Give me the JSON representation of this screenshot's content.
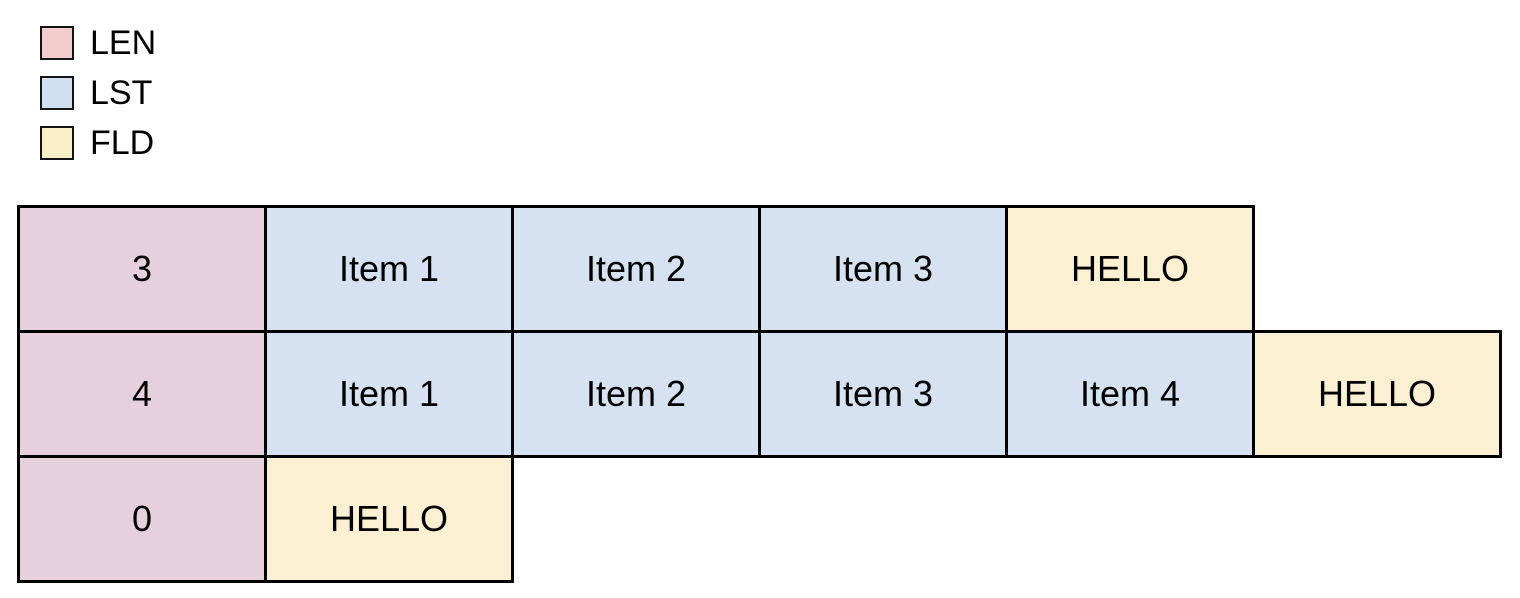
{
  "legend": {
    "items": [
      {
        "id": "len",
        "label": "LEN",
        "color": "#f3cccc"
      },
      {
        "id": "lst",
        "label": "LST",
        "color": "#d0e0f0"
      },
      {
        "id": "fld",
        "label": "FLD",
        "color": "#f9efc9"
      }
    ]
  },
  "diagram": {
    "cell_colors": {
      "LEN": "#e6d0db",
      "LST": "#d6e2f1",
      "FLD": "#fbf0d1"
    },
    "border_color": "#000000",
    "rows": [
      {
        "cells": [
          {
            "type": "LEN",
            "text": "3"
          },
          {
            "type": "LST",
            "text": "Item 1"
          },
          {
            "type": "LST",
            "text": "Item 2"
          },
          {
            "type": "LST",
            "text": "Item 3"
          },
          {
            "type": "FLD",
            "text": "HELLO"
          }
        ]
      },
      {
        "cells": [
          {
            "type": "LEN",
            "text": "4"
          },
          {
            "type": "LST",
            "text": "Item 1"
          },
          {
            "type": "LST",
            "text": "Item 2"
          },
          {
            "type": "LST",
            "text": "Item 3"
          },
          {
            "type": "LST",
            "text": "Item 4"
          },
          {
            "type": "FLD",
            "text": "HELLO"
          }
        ]
      },
      {
        "cells": [
          {
            "type": "LEN",
            "text": "0"
          },
          {
            "type": "FLD",
            "text": "HELLO"
          }
        ]
      }
    ]
  }
}
